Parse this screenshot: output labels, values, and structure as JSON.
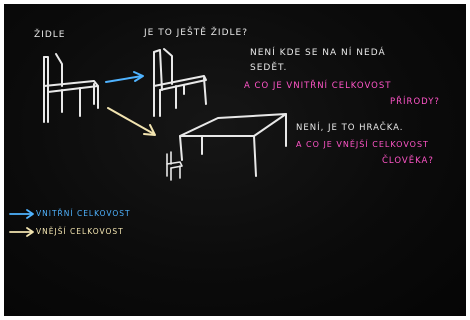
{
  "labels": {
    "zidle": "ŽIDLE",
    "question_chair": "JE TO JEŠTĚ ŽIDLE?",
    "no_sit_1": "NENÍ KDE SE NA NÍ NEDÁ",
    "no_sit_2": "SEDĚT.",
    "inner_q_1": "A CO JE VNITŘNÍ CELKOVOST",
    "inner_q_2": "PŘÍRODY?",
    "toy": "NENÍ, JE TO HRAČKA.",
    "outer_q_1": "A CO JE VNĚJŠÍ CELKOVOST",
    "outer_q_2": "ČLOVĚKA?",
    "legend_inner": "VNITŘNÍ CELKOVOST",
    "legend_outer": "VNĚJŠÍ CELKOVOST"
  },
  "colors": {
    "white_chalk": "#e8e8e8",
    "pink_chalk": "#ff55c8",
    "blue_chalk": "#4fb3ff",
    "yellow_chalk": "#f2e4b0"
  }
}
